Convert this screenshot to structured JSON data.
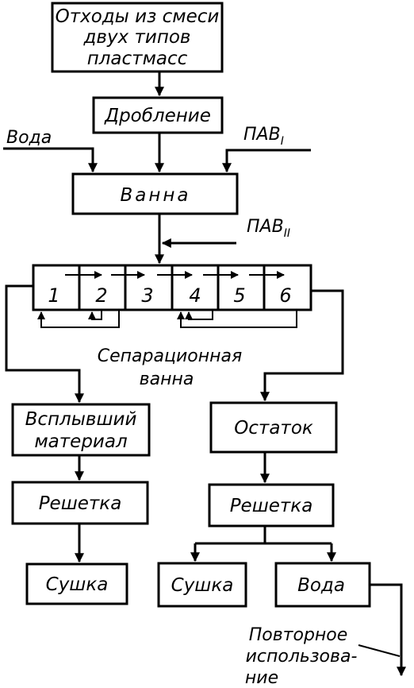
{
  "nodes": {
    "waste": [
      "Отходы из смеси",
      "двух типов",
      "пластмасс"
    ],
    "crushing": "Дробление",
    "bath": "Ванна",
    "separation_cells": [
      "1",
      "2",
      "3",
      "4",
      "5",
      "6"
    ],
    "separation_bath": [
      "Сепарационная",
      "ванна"
    ],
    "floated_material": [
      "Всплывший",
      "материал"
    ],
    "residue": "Остаток",
    "screen_left": "Решетка",
    "screen_right": "Решетка",
    "drying_left": "Сушка",
    "drying_right": "Сушка",
    "water_out": "Вода"
  },
  "inputs": {
    "water": "Вода",
    "surfactant_1": "ПАВ",
    "surfactant_1_sub": "I",
    "surfactant_2": "ПАВ",
    "surfactant_2_sub": "II"
  },
  "reuse": [
    "Повторное",
    "использова-",
    "ние"
  ]
}
